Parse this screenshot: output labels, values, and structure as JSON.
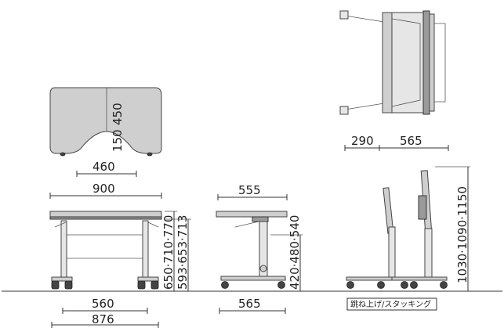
{
  "dimensions": {
    "top_depth": "450",
    "top_notch": "150",
    "top_notch_width": "460",
    "front_width": "900",
    "front_heights_a": "650·710·770",
    "front_heights_b": "593·653·713",
    "front_leg_span": "560",
    "front_base_width": "876",
    "side_depth": "555",
    "side_heights": "420·480·540",
    "side_base_depth": "565",
    "folded_offset": "290",
    "folded_depth": "565",
    "folded_heights": "1030·1090·1150"
  },
  "caption": "跳ね上げ/スタッキング"
}
